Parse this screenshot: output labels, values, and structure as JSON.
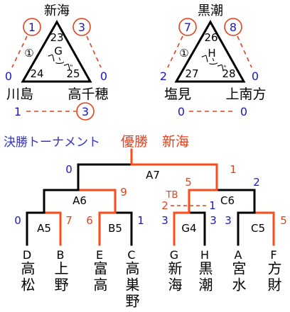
{
  "groups": [
    {
      "name": "G",
      "teams": {
        "top": "新海",
        "left": "川島",
        "right": "高千穂"
      },
      "match_numbers": [
        "23",
        "24",
        "25"
      ],
      "note": "ヘンベ",
      "marker": "①",
      "results": {
        "top_left": {
          "top": "1",
          "left": "0",
          "top_circled": true,
          "left_circled": false
        },
        "top_right": {
          "top": "3",
          "right": "0",
          "top_circled": true,
          "right_circled": false
        },
        "left_right": {
          "left": "1",
          "right": "3",
          "left_circled": false,
          "right_circled": true
        }
      }
    },
    {
      "name": "H",
      "teams": {
        "top": "黒潮",
        "left": "塩見",
        "right": "上南方"
      },
      "match_numbers": [
        "26",
        "27",
        "28"
      ],
      "note": "ヘンベ",
      "marker": "①",
      "results": {
        "top_left": {
          "top": "7",
          "left": "2",
          "top_circled": true,
          "left_circled": false
        },
        "top_right": {
          "top": "8",
          "right": "0",
          "top_circled": true,
          "right_circled": false
        },
        "left_right": {
          "left": "0",
          "right": "0",
          "left_circled": false,
          "right_circled": false
        }
      }
    }
  ],
  "knockout": {
    "title": "決勝トーナメント",
    "champion_label": "優勝",
    "champion": "新海"
  },
  "bracket": {
    "teams": [
      {
        "seed": "D",
        "name": "高松"
      },
      {
        "seed": "B",
        "name": "上野"
      },
      {
        "seed": "E",
        "name": "富高"
      },
      {
        "seed": "C",
        "name": "高巣野"
      },
      {
        "seed": "G",
        "name": "新海"
      },
      {
        "seed": "H",
        "name": "黒潮"
      },
      {
        "seed": "A",
        "name": "宮水"
      },
      {
        "seed": "F",
        "name": "方財"
      }
    ],
    "matches": [
      {
        "label": "A5",
        "left": "0",
        "right": "7",
        "left_wins": false
      },
      {
        "label": "B5",
        "left": "6",
        "right": "1",
        "left_wins": true
      },
      {
        "label": "G4",
        "left": "3",
        "right": "3",
        "left_wins": true,
        "tie": true,
        "tb_label": "TB",
        "tb_left": "2",
        "tb_right": "1"
      },
      {
        "label": "C5",
        "left": "3",
        "right": "5",
        "left_wins": false
      },
      {
        "label": "A6",
        "right": "9",
        "left_wins": false
      },
      {
        "label": "C6",
        "left": "5",
        "right": "2",
        "left_wins": true
      },
      {
        "label": "A7",
        "left": "0",
        "right": "1",
        "left_wins": false
      }
    ]
  },
  "colors": {
    "win_line": "#ff4a1a",
    "lose_line": "#000000",
    "score_win": "#e8401a",
    "score_lose": "#1818cc",
    "circle": "#e8401a",
    "title": "#3333c8",
    "champion": "#e8401a"
  }
}
